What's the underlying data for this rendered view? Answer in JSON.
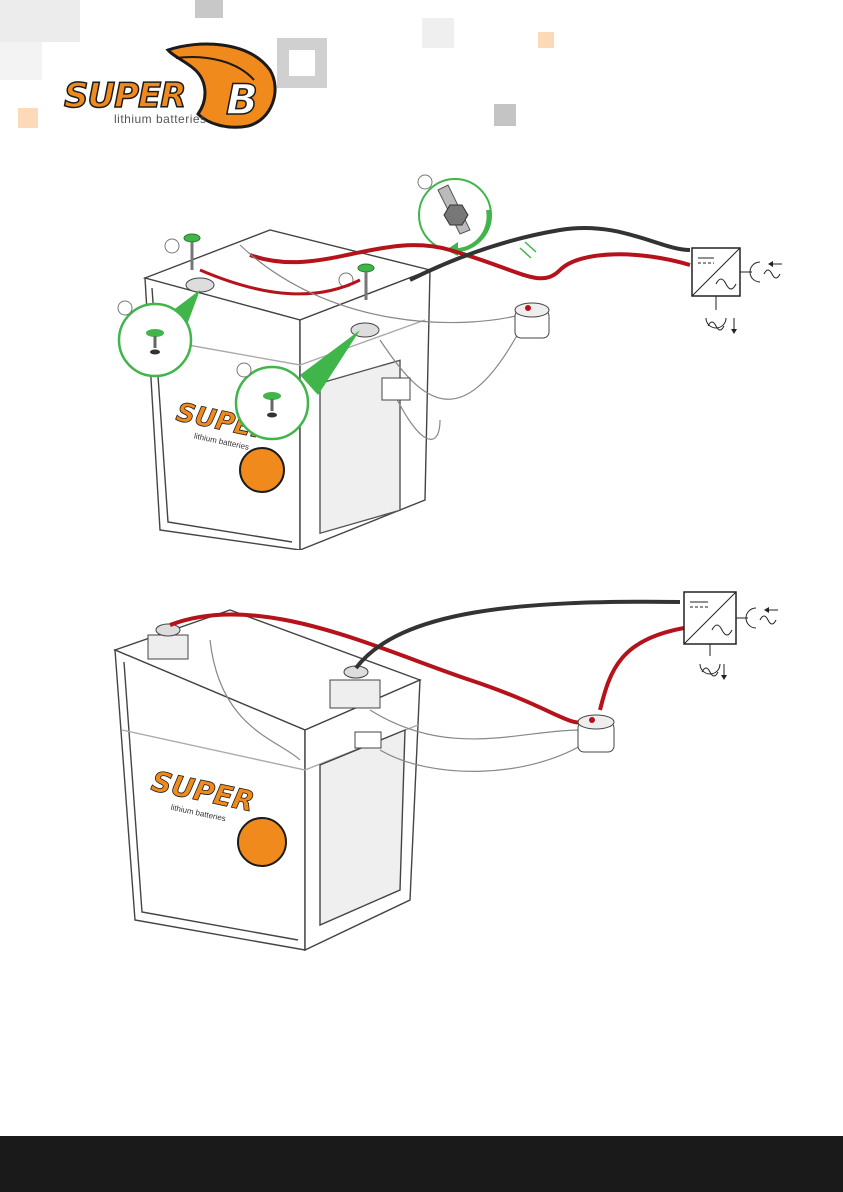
{
  "brand": {
    "name": "SUPER B",
    "word": "SUPER",
    "letter": "B",
    "tagline": "lithium batteries",
    "orange": "#f08a1c",
    "dark": "#1b1b1b"
  },
  "battery_label": {
    "word": "SUPER",
    "tagline": "lithium batteries"
  },
  "colors": {
    "positive_cable": "#b5121b",
    "negative_cable": "#333333",
    "highlight": "#3fb54a",
    "footer": "#1a1a1a"
  },
  "icons": {
    "charger": "dc-ac-converter-icon",
    "ac_input": "ac-input-arrow-icon",
    "ac_output": "ac-output-arrow-icon",
    "rotate": "clockwise-rotate-icon"
  }
}
